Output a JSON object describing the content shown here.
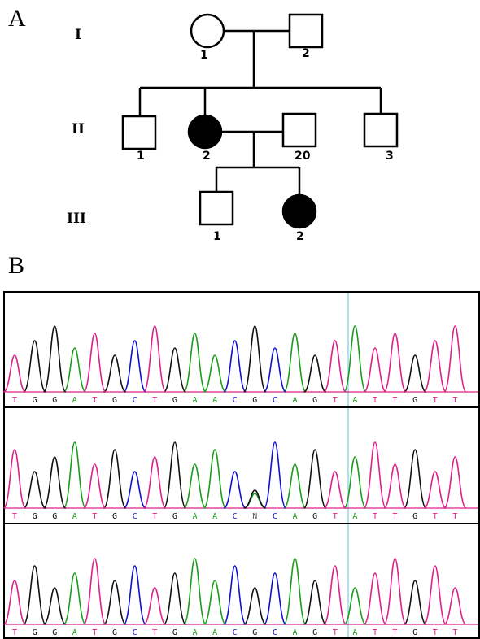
{
  "panel_a": {
    "label": "A",
    "generations": [
      {
        "label": "I"
      },
      {
        "label": "II"
      },
      {
        "label": "III"
      }
    ],
    "individuals": [
      {
        "id": "I-1",
        "sex": "female",
        "affected": false,
        "label": "1"
      },
      {
        "id": "I-2",
        "sex": "male",
        "affected": false,
        "label": "2"
      },
      {
        "id": "II-1",
        "sex": "male",
        "affected": false,
        "label": "1"
      },
      {
        "id": "II-2",
        "sex": "female",
        "affected": true,
        "label": "2"
      },
      {
        "id": "II-20",
        "sex": "male",
        "affected": false,
        "label": "20"
      },
      {
        "id": "II-3",
        "sex": "male",
        "affected": false,
        "label": "3"
      },
      {
        "id": "III-1",
        "sex": "male",
        "affected": false,
        "label": "1"
      },
      {
        "id": "III-2",
        "sex": "female",
        "affected": true,
        "label": "2"
      }
    ]
  },
  "panel_b": {
    "label": "B",
    "tracks": [
      {
        "bases": "TGGATGCTGAACGCAGTATTGTT"
      },
      {
        "bases": "TGGATGCTGAACNCAGTATTGTT"
      },
      {
        "bases": "TGGATGCTGAACGCAGTATTGTT"
      }
    ],
    "colors": {
      "A": "#1a9e1a",
      "C": "#1010d0",
      "G": "#111111",
      "T": "#e0208a",
      "N": "#555555"
    }
  }
}
